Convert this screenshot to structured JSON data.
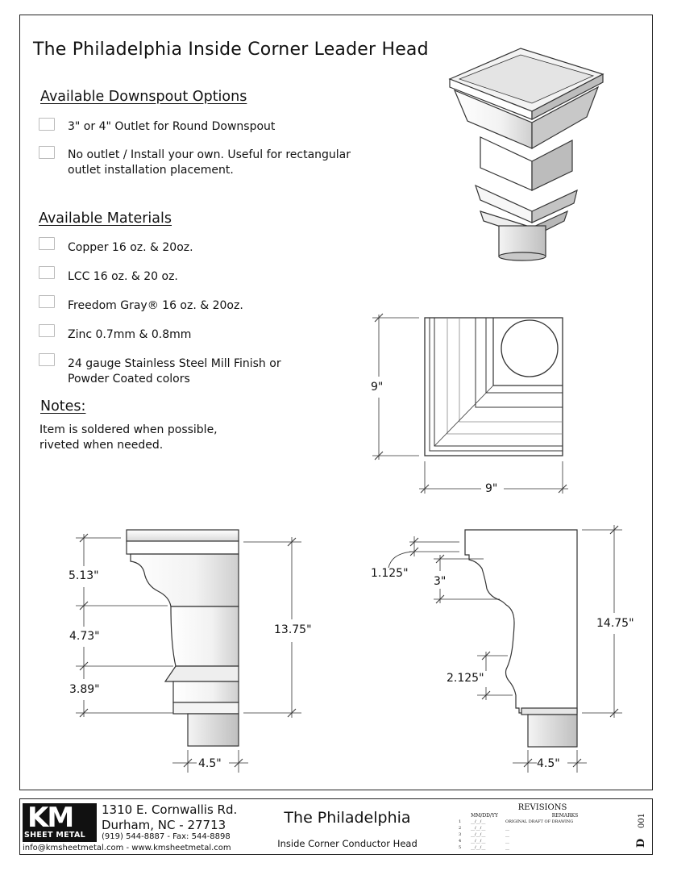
{
  "title": "The Philadelphia Inside Corner Leader Head",
  "downspout_options": {
    "heading": "Available Downspout Options",
    "items": [
      "3\" or 4\" Outlet for Round Downspout",
      "No outlet / Install your own. Useful for rectangular outlet installation placement."
    ]
  },
  "materials": {
    "heading": "Available Materials",
    "items": [
      "Copper 16 oz. & 20oz.",
      "LCC 16 oz. & 20 oz.",
      "Freedom Gray® 16 oz. & 20oz.",
      "Zinc 0.7mm & 0.8mm",
      "24 gauge Stainless Steel Mill Finish or Powder Coated colors"
    ]
  },
  "notes": {
    "heading": "Notes:",
    "text": "Item is soldered when possible, riveted when needed."
  },
  "dimensions": {
    "top_height": "9\"",
    "top_width": "9\"",
    "front_upper": "5.13\"",
    "front_middle": "4.73\"",
    "front_lower": "3.89\"",
    "front_total": "13.75\"",
    "front_outlet": "4.5\"",
    "side_lip": "1.125\"",
    "side_upper": "3\"",
    "side_lower": "2.125\"",
    "side_total": "14.75\"",
    "side_outlet": "4.5\""
  },
  "title_block": {
    "logo_letters": "KM",
    "logo_sub": "SHEET METAL",
    "address_line1": "1310 E. Cornwallis Rd.",
    "address_line2": "Durham, NC - 27713",
    "phone": "(919) 544-8887 - Fax: 544-8898",
    "email": "info@kmsheetmetal.com - www.kmsheetmetal.com",
    "product_name": "The Philadelphia",
    "product_subtitle": "Inside Corner Conductor Head",
    "revisions": {
      "title": "REVISIONS",
      "col_date": "MM/DD/YY",
      "col_remarks": "REMARKS",
      "rows": [
        {
          "num": "1",
          "date": "__/__/__",
          "remark": "ORIGINAL DRAFT OF DRAWING"
        },
        {
          "num": "2",
          "date": "__/__/__",
          "remark": "__"
        },
        {
          "num": "3",
          "date": "__/__/__",
          "remark": "__"
        },
        {
          "num": "4",
          "date": "__/__/__",
          "remark": "__"
        },
        {
          "num": "5",
          "date": "__/__/__",
          "remark": "__"
        }
      ]
    },
    "sheet_letter": "D",
    "sheet_number": "001"
  }
}
